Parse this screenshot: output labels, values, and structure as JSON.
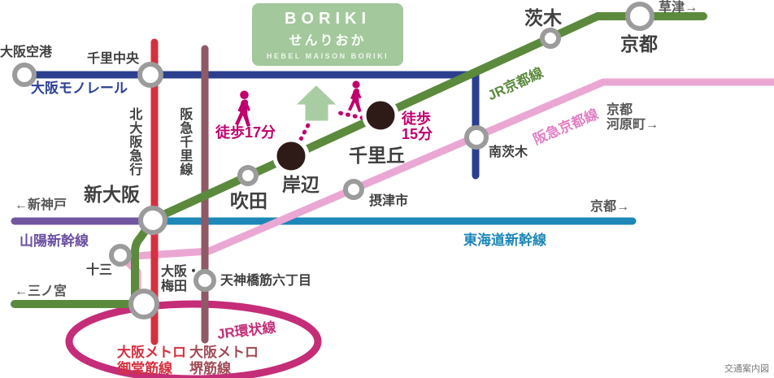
{
  "building": {
    "name_en": "BORIKI",
    "name_ja": "せんりおか",
    "subtitle": "HEBEL MAISON BORIKI"
  },
  "lines": {
    "monorail": {
      "label": "大阪モノレール",
      "color": "#2c3f8e"
    },
    "kita_osaka_kyuko": {
      "label": "北大阪急行",
      "color": "#d6303f"
    },
    "hankyu_senri": {
      "label": "阪急千里線",
      "color": "#8f5a66"
    },
    "jr_kyoto": {
      "label": "JR京都線",
      "color": "#5b8a3c"
    },
    "hankyu_kyoto": {
      "label": "阪急京都線",
      "color": "#eba7d4"
    },
    "sanyo_shinkansen": {
      "label": "山陽新幹線",
      "color": "#7055a0"
    },
    "tokaido_shinkansen": {
      "label": "東海道新幹線",
      "color": "#1d87b8"
    },
    "jr_loop": {
      "label": "JR環状線",
      "color": "#c52d78"
    },
    "midosuji": {
      "label1": "大阪メトロ",
      "label2": "御堂筋線",
      "color": "#d6303f"
    },
    "sakaisuji": {
      "label1": "大阪メトロ",
      "label2": "堺筋線",
      "color": "#8f5a66"
    }
  },
  "stations": {
    "osaka_airport": "大阪空港",
    "senri_chuo": "千里中央",
    "shin_osaka": "新大阪",
    "juso": "十三",
    "osaka_umeda_1": "大阪・",
    "osaka_umeda_2": "梅田",
    "tenjimbashisuji": "天神橋筋六丁目",
    "suita": "吹田",
    "kishibe": "岸辺",
    "senrioka": "千里丘",
    "settsushi": "摂津市",
    "minami_ibaraki": "南茨木",
    "ibaraki": "茨木",
    "kyoto": "京都"
  },
  "directions": {
    "kusatsu": "草津→",
    "shin_kobe": "←新神戸",
    "sannomiya": "←三ノ宮",
    "kyoto_right": "京都→",
    "kyoto_kawaramachi_1": "京都",
    "kyoto_kawaramachi_2": "河原町→"
  },
  "walk": {
    "kishibe_label": "徒歩17分",
    "senrioka_label_1": "徒歩",
    "senrioka_label_2": "15分"
  },
  "footer": {
    "caption": "交通案内図"
  }
}
